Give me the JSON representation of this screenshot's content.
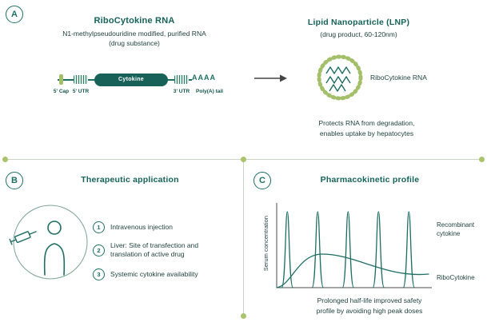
{
  "palette": {
    "teal": "#1e6e63",
    "teal_dark": "#14554d",
    "light_green": "#a3bf6a",
    "divider_line": "#ccd4c6",
    "text": "#1c3f3a"
  },
  "panel_a": {
    "label": "A",
    "rna": {
      "title": "RiboCytokine RNA",
      "subtitle_line1": "N1-methylpseudouridine modified, purified RNA",
      "subtitle_line2": "(drug substance)",
      "construct": {
        "cap_label": "5' Cap",
        "utr5_label": "5' UTR",
        "cytokine_label": "Cytokine",
        "utr3_label": "3' UTR",
        "polya_text": "AAAA",
        "polya_label": "Poly(A) tail"
      }
    },
    "lnp": {
      "title": "Lipid Nanoparticle (LNP)",
      "subtitle": "(drug product, 60-120nm)",
      "particle_label": "RiboCytokine RNA",
      "caption_line1": "Protects RNA from degradation,",
      "caption_line2": "enables uptake by hepatocytes"
    }
  },
  "panel_b": {
    "label": "B",
    "title": "Therapeutic application",
    "steps": [
      {
        "num": "1",
        "line1": "Intravenous injection"
      },
      {
        "num": "2",
        "line1": "Liver: Site of transfection and",
        "line2": "translation of active drug"
      },
      {
        "num": "3",
        "line1": "Systemic cytokine availability"
      }
    ]
  },
  "panel_c": {
    "label": "C",
    "title": "Pharmacokinetic profile",
    "caption_line1": "Prolonged half-life improved safety",
    "caption_line2": "profile by avoiding high peak doses"
  },
  "chart_data": {
    "type": "line",
    "title": "Pharmacokinetic profile",
    "xlabel": "",
    "ylabel": "Serum concentration",
    "axes": "unlabeled sketch axes, no ticks",
    "series": [
      {
        "name": "Recombinant cytokine",
        "pattern": "repeated sharp peaks",
        "peak_centers_frac": [
          0.07,
          0.27,
          0.47,
          0.67,
          0.87
        ],
        "peak_height_frac": 0.95,
        "peak_width_frac": 0.075
      },
      {
        "name": "RiboCytokine",
        "pattern": "single broad flat curve",
        "peak_center_frac": 0.3,
        "peak_height_frac": 0.42,
        "end_height_frac": 0.17
      }
    ],
    "annotation": "Prolonged half-life improved safety profile by avoiding high peak doses"
  }
}
